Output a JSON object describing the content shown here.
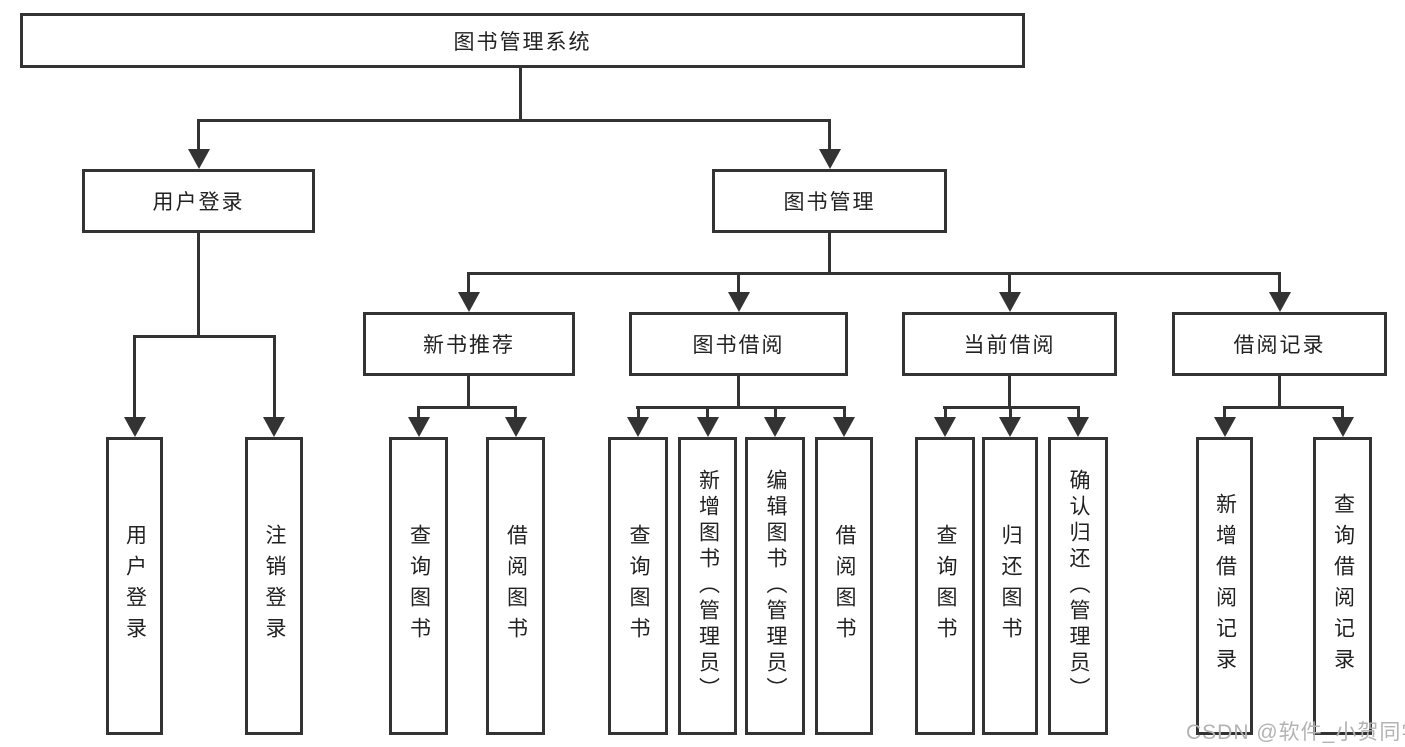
{
  "diagram": {
    "root": {
      "label": "图书管理系统"
    },
    "user_login": {
      "label": "用户登录",
      "children": [
        {
          "label": "用户登录"
        },
        {
          "label": "注销登录"
        }
      ]
    },
    "book_management": {
      "label": "图书管理",
      "sections": [
        {
          "label": "新书推荐",
          "children": [
            "查询图书",
            "借阅图书"
          ]
        },
        {
          "label": "图书借阅",
          "children": [
            "查询图书",
            "新增图书（管理员）",
            "编辑图书（管理员）",
            "借阅图书"
          ]
        },
        {
          "label": "当前借阅",
          "children": [
            "查询图书",
            "归还图书",
            "确认归还（管理员）"
          ]
        },
        {
          "label": "借阅记录",
          "children": [
            "新增借阅记录",
            "查询借阅记录"
          ]
        }
      ]
    }
  },
  "watermark": "CSDN @软件_小贺同学",
  "colors": {
    "line": "#333333",
    "text": "#222222",
    "watermark": "#b3b3b3",
    "background": "#ffffff"
  }
}
